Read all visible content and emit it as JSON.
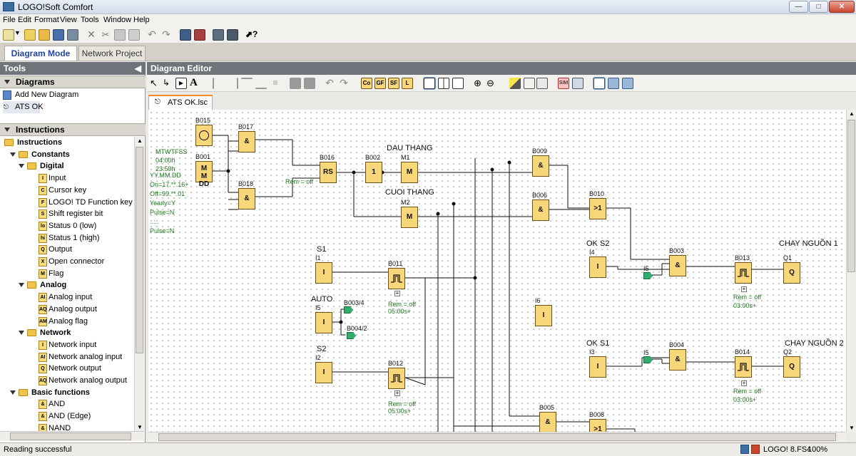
{
  "window": {
    "title": "LOGO!Soft Comfort"
  },
  "menu": [
    "File",
    "Edit",
    "Format",
    "View",
    "Tools",
    "Window",
    "Help"
  ],
  "mode_tabs": [
    {
      "label": "Diagram Mode",
      "active": true
    },
    {
      "label": "Network Project",
      "active": false
    }
  ],
  "tools_panel": {
    "title": "Tools",
    "diagrams_header": "Diagrams",
    "diagram_items": [
      "Add New Diagram",
      "ATS OK"
    ],
    "instructions_header": "Instructions",
    "tree": [
      {
        "level": 0,
        "type": "folder",
        "label": "Instructions",
        "bold": true
      },
      {
        "level": 1,
        "type": "folder",
        "label": "Constants",
        "bold": true
      },
      {
        "level": 2,
        "type": "folder",
        "label": "Digital",
        "bold": true
      },
      {
        "level": 3,
        "type": "item",
        "icon": "I",
        "label": "Input"
      },
      {
        "level": 3,
        "type": "item",
        "icon": "C",
        "label": "Cursor key"
      },
      {
        "level": 3,
        "type": "item",
        "icon": "F",
        "label": "LOGO! TD Function key"
      },
      {
        "level": 3,
        "type": "item",
        "icon": "S",
        "label": "Shift register bit"
      },
      {
        "level": 3,
        "type": "item",
        "icon": "lo",
        "label": "Status 0 (low)"
      },
      {
        "level": 3,
        "type": "item",
        "icon": "hi",
        "label": "Status 1 (high)"
      },
      {
        "level": 3,
        "type": "item",
        "icon": "Q",
        "label": "Output"
      },
      {
        "level": 3,
        "type": "item",
        "icon": "X",
        "label": "Open connector"
      },
      {
        "level": 3,
        "type": "item",
        "icon": "M",
        "label": "Flag"
      },
      {
        "level": 2,
        "type": "folder",
        "label": "Analog",
        "bold": true
      },
      {
        "level": 3,
        "type": "item",
        "icon": "AI",
        "label": "Analog input"
      },
      {
        "level": 3,
        "type": "item",
        "icon": "AQ",
        "label": "Analog output"
      },
      {
        "level": 3,
        "type": "item",
        "icon": "AM",
        "label": "Analog flag"
      },
      {
        "level": 2,
        "type": "folder",
        "label": "Network",
        "bold": true
      },
      {
        "level": 3,
        "type": "item",
        "icon": "I",
        "label": "Network input"
      },
      {
        "level": 3,
        "type": "item",
        "icon": "AI",
        "label": "Network analog input"
      },
      {
        "level": 3,
        "type": "item",
        "icon": "Q",
        "label": "Network output"
      },
      {
        "level": 3,
        "type": "item",
        "icon": "AQ",
        "label": "Network analog output"
      },
      {
        "level": 1,
        "type": "folder",
        "label": "Basic functions",
        "bold": true
      },
      {
        "level": 3,
        "type": "item",
        "icon": "&",
        "label": "AND"
      },
      {
        "level": 3,
        "type": "item",
        "icon": "&",
        "label": "AND (Edge)"
      },
      {
        "level": 3,
        "type": "item",
        "icon": "&",
        "label": "NAND"
      }
    ]
  },
  "editor": {
    "title": "Diagram Editor",
    "file_tab": "ATS OK.lsc",
    "toolbar_text_buttons": [
      "Co",
      "GF",
      "SF",
      "L"
    ]
  },
  "diagram": {
    "blocks": [
      {
        "id": "B015",
        "glyph": "clock"
      },
      {
        "id": "B001",
        "glyph": "MM DD"
      },
      {
        "id": "B017",
        "glyph": "&"
      },
      {
        "id": "B018",
        "glyph": "&"
      },
      {
        "id": "B016",
        "glyph": "RS"
      },
      {
        "id": "B002",
        "glyph": "1"
      },
      {
        "id": "M1",
        "glyph": "M"
      },
      {
        "id": "M2",
        "glyph": "M"
      },
      {
        "id": "B009",
        "glyph": "&"
      },
      {
        "id": "B006",
        "glyph": "&"
      },
      {
        "id": "B010",
        "glyph": ">1"
      },
      {
        "id": "I1",
        "glyph": "I"
      },
      {
        "id": "I5",
        "glyph": "I"
      },
      {
        "id": "I2",
        "glyph": "I"
      },
      {
        "id": "B011",
        "glyph": "timer"
      },
      {
        "id": "B012",
        "glyph": "timer"
      },
      {
        "id": "I6",
        "glyph": "I"
      },
      {
        "id": "I4",
        "glyph": "I"
      },
      {
        "id": "I3",
        "glyph": "I"
      },
      {
        "id": "B003",
        "glyph": "&"
      },
      {
        "id": "B004",
        "glyph": "&"
      },
      {
        "id": "B013",
        "glyph": "timer"
      },
      {
        "id": "B014",
        "glyph": "timer"
      },
      {
        "id": "Q1",
        "glyph": "Q"
      },
      {
        "id": "Q2",
        "glyph": "Q"
      },
      {
        "id": "B005",
        "glyph": "&"
      },
      {
        "id": "B008",
        "glyph": ">1"
      }
    ],
    "labels": {
      "dau_thang": "DAU THANG",
      "cuoi_thang": "CUOI THANG",
      "s1": "S1",
      "auto": "AUTO",
      "s2": "S2",
      "ok_s2": "OK S2",
      "ok_s1": "OK S1",
      "chay_nguon_1": "CHAY NGUỒN 1",
      "chay_nguon_2": "CHAY NGUỒN 2"
    },
    "flags": {
      "b003_4": "B003/4",
      "b004_2": "B004/2",
      "i5_a": "I5",
      "i5_b": "I5"
    },
    "comments": {
      "rem_b016": "Rem = off",
      "rem_b011": "Rem = off",
      "time_b011": "05:00s+",
      "rem_b012": "Rem = off",
      "time_b012": "05:00s+",
      "rem_b013": "Rem = off",
      "time_b013": "03:00s+",
      "rem_b014": "Rem = off",
      "time_b014": "03:00s+",
      "b015_params": [
        "MTWTFSS",
        "04:00h",
        "23:59h"
      ],
      "b001_params": [
        "YY.MM.DD",
        "On=17.**.16+",
        "Off=99.**.01",
        "Yearly=Y",
        "Pulse=N",
        "..:..",
        "Pulse=N"
      ]
    }
  },
  "status": {
    "text": "Reading successful",
    "device": "LOGO! 8.FS4",
    "zoom": "100%"
  }
}
